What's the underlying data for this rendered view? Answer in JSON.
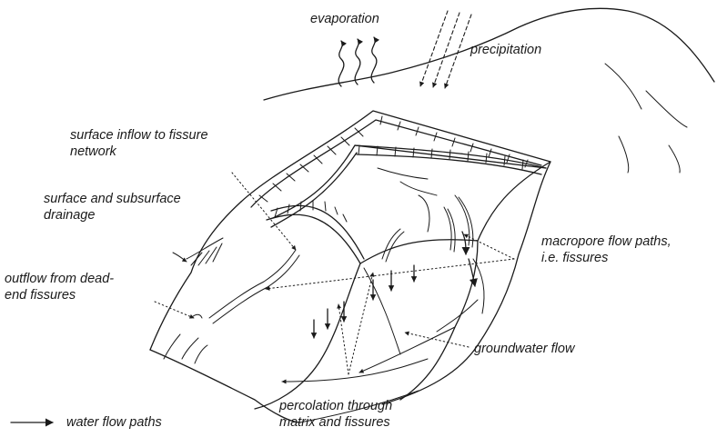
{
  "labels": {
    "evaporation": "evaporation",
    "precipitation": "precipitation",
    "surface_inflow_line1": "surface inflow to fissure",
    "surface_inflow_line2": "network",
    "surface_drainage_line1": "surface and subsurface",
    "surface_drainage_line2": "drainage",
    "outflow_line1": "outflow from dead-",
    "outflow_line2": "end fissures",
    "macropore_line1": "macropore flow paths,",
    "macropore_line2": "i.e. fissures",
    "groundwater_flow": "groundwater flow",
    "percolation_line1": "percolation through",
    "percolation_line2": "matrix and fissures",
    "legend_water_flow": "water flow paths"
  }
}
